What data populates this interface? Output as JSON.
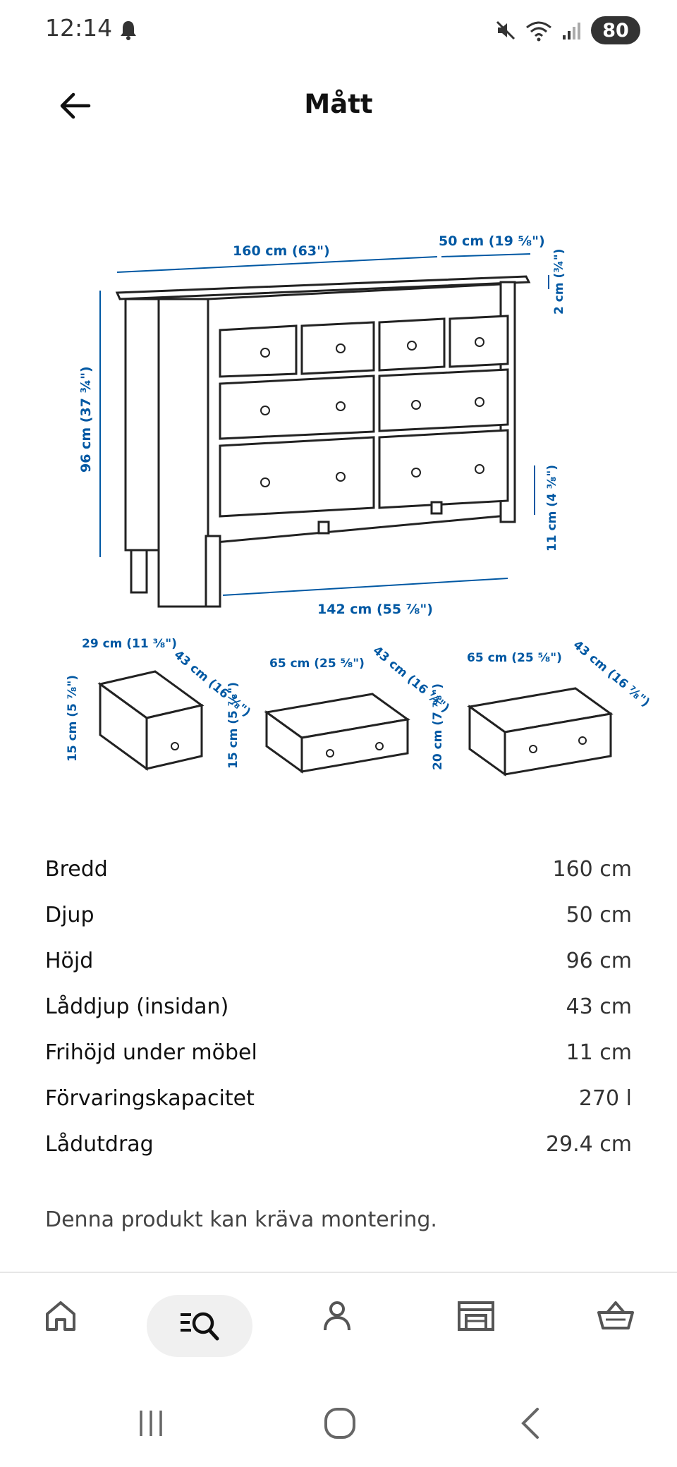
{
  "status_bar": {
    "time": "12:14",
    "battery": "80"
  },
  "header": {
    "title": "Mått"
  },
  "diagram": {
    "width": "160 cm (63\")",
    "depth": "50 cm (19 ⅝\")",
    "top_thickness": "2 cm (¾\")",
    "height": "96 cm (37 ¾\")",
    "clearance": "11 cm (4 ⅜\")",
    "inner_width": "142 cm (55 ⅞\")",
    "drawers": [
      {
        "width": "29 cm (11 ⅜\")",
        "depth": "43 cm (16 ⅞\")",
        "height": "15 cm (5 ⅞\")"
      },
      {
        "width": "65 cm (25 ⅝\")",
        "depth": "43 cm (16 ⅞\")",
        "height": "15 cm (5 ⅞\")"
      },
      {
        "width": "65 cm (25 ⅝\")",
        "depth": "43 cm (16 ⅞\")",
        "height": "20 cm (7 ⅞\")"
      }
    ]
  },
  "specs": [
    {
      "label": "Bredd",
      "value": "160 cm"
    },
    {
      "label": "Djup",
      "value": "50 cm"
    },
    {
      "label": "Höjd",
      "value": "96 cm"
    },
    {
      "label": "Låddjup (insidan)",
      "value": "43 cm"
    },
    {
      "label": "Frihöjd under möbel",
      "value": "11 cm"
    },
    {
      "label": "Förvaringskapacitet",
      "value": "270 l"
    },
    {
      "label": "Lådutdrag",
      "value": "29.4 cm"
    }
  ],
  "note": "Denna produkt kan kräva montering.",
  "bottom_nav": {
    "items": [
      {
        "icon": "home-icon"
      },
      {
        "icon": "search-icon",
        "active": true
      },
      {
        "icon": "profile-icon"
      },
      {
        "icon": "store-icon"
      },
      {
        "icon": "basket-icon"
      }
    ]
  },
  "colors": {
    "accent": "#0058a3",
    "text": "#111111",
    "nav_pill": "#f0f0f0"
  }
}
